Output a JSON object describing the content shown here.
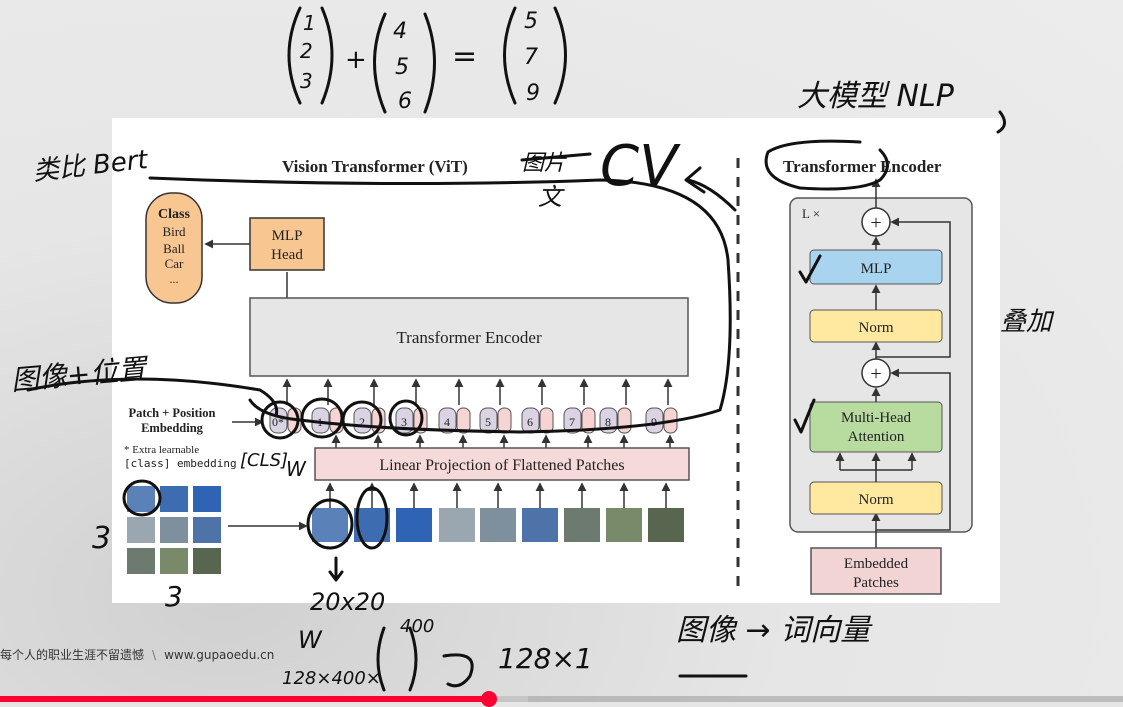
{
  "diagram": {
    "vit_title": "Vision Transformer (ViT)",
    "encoder_title": "Transformer Encoder",
    "class_box": {
      "title": "Class",
      "items": [
        "Bird",
        "Ball",
        "Car",
        "..."
      ]
    },
    "mlp_head": [
      "MLP",
      "Head"
    ],
    "transformer_encoder_label": "Transformer Encoder",
    "patch_embedding_label": [
      "Patch + Position",
      "Embedding"
    ],
    "extra_note": [
      "* Extra learnable",
      "[class] embedding"
    ],
    "linear_projection_label": "Linear Projection of Flattened Patches",
    "tokens": [
      "0*",
      "1",
      "2",
      "3",
      "4",
      "5",
      "6",
      "7",
      "8",
      "9"
    ],
    "encoder_block": {
      "lx": "L ×",
      "mlp": "MLP",
      "norm_top": "Norm",
      "mha": [
        "Multi-Head",
        "Attention"
      ],
      "norm_bottom": "Norm",
      "embedded": [
        "Embedded",
        "Patches"
      ],
      "plus": "+"
    }
  },
  "annotations": {
    "vector_a": [
      "1",
      "2",
      "3"
    ],
    "vector_b": [
      "4",
      "5",
      "6"
    ],
    "vector_sum": [
      "5",
      "7",
      "9"
    ],
    "plus_sign": "+",
    "equals_sign": "=",
    "big_model": "大模型 NLP",
    "bert": "类比 Bert",
    "cv": "CV",
    "cut_words": [
      "图片",
      "文"
    ],
    "image_pos": "图像+位置",
    "overlay": "叠加",
    "grid_left": "3",
    "grid_bottom": "3",
    "patch_size": "20x20",
    "w_label": "W",
    "w_math": "128×400×",
    "col_400": "400",
    "arrow_result": "128×1",
    "image_to_word": "图像 → 词向量",
    "cls_label": "[CLS]",
    "w_small": "W"
  },
  "footer": {
    "slogan": "每个人的职业生涯不留遗憾",
    "sep": "\\",
    "url": "www.gupaoedu.cn"
  },
  "player": {
    "progress_fraction": 0.435,
    "loaded_fraction": 0.47
  },
  "colors": {
    "class_box": "#f8c690",
    "mlp_head": "#f8c690",
    "encoder_box": "#e6e6e6",
    "linear_proj": "#f6d9d9",
    "token": "#d9d3e4",
    "token_pink": "#f6d4d4",
    "mlp_block": "#a9d4f0",
    "norm_block": "#ffe9a0",
    "mha_block": "#b8dba0",
    "embedded_block": "#f3d4d4",
    "progress": "#ff0033"
  }
}
